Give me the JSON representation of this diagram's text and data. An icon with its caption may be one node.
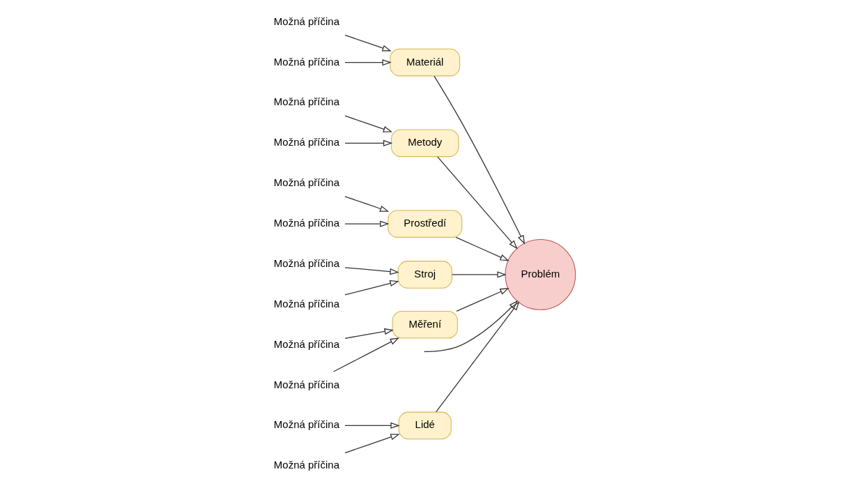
{
  "diagram": {
    "nodes": [
      {
        "text": [
          "Lidé"
        ]
      },
      {
        "text": [
          "Materiál"
        ]
      },
      {
        "text": [
          "Metody"
        ]
      },
      {
        "text": [
          "Možná příčina"
        ]
      },
      {
        "text": [
          "Možná příčina"
        ]
      },
      {
        "text": [
          "Možná příčina"
        ]
      },
      {
        "text": [
          "Možná příčina"
        ]
      },
      {
        "text": [
          "Možná příčina"
        ]
      },
      {
        "text": [
          "Možná příčina"
        ]
      },
      {
        "text": [
          "Problém"
        ]
      },
      {
        "text": [
          "Možná příčina"
        ]
      },
      {
        "text": [
          "Možná příčina"
        ]
      },
      {
        "text": [
          "Možná příčina"
        ]
      },
      {
        "text": [
          "Možná příčina"
        ]
      },
      {
        "text": [
          "Možná příčina"
        ]
      },
      {
        "text": [
          "Možná příčina"
        ]
      },
      {
        "text": [
          "Prostředí"
        ]
      },
      {
        "text": [
          "Stroj"
        ]
      },
      {
        "text": [
          "Měření"
        ]
      }
    ],
    "edges": [
      {
        "from": 3,
        "to": 0,
        "arrow": "to"
      },
      {
        "from": 6,
        "to": 0,
        "arrow": "to"
      },
      {
        "from": 4,
        "to": 1,
        "arrow": "to"
      },
      {
        "from": 7,
        "to": 1,
        "arrow": "to"
      },
      {
        "from": 5,
        "to": 2,
        "arrow": "to"
      },
      {
        "from": 8,
        "to": 2,
        "arrow": "to"
      },
      {
        "from": 10,
        "to": 16,
        "arrow": "to"
      },
      {
        "from": 13,
        "to": 16,
        "arrow": "to"
      },
      {
        "from": 11,
        "to": 17,
        "arrow": "to"
      },
      {
        "from": 14,
        "to": 17,
        "arrow": "to"
      },
      {
        "from": 12,
        "to": 18,
        "arrow": "to"
      },
      {
        "from": 15,
        "to": 18,
        "arrow": "to"
      },
      {
        "from": 0,
        "to": 9,
        "arrow": "to"
      },
      {
        "from": 1,
        "to": 9,
        "arrow": "to"
      },
      {
        "from": 2,
        "to": 9,
        "arrow": "to"
      },
      {
        "from": 16,
        "to": 9,
        "arrow": "to"
      },
      {
        "from": 17,
        "to": 9,
        "arrow": "to"
      },
      {
        "from": 18,
        "to": 9,
        "arrow": "to"
      },
      {
        "from": null,
        "to": 9,
        "arrow": "to"
      }
    ]
  }
}
